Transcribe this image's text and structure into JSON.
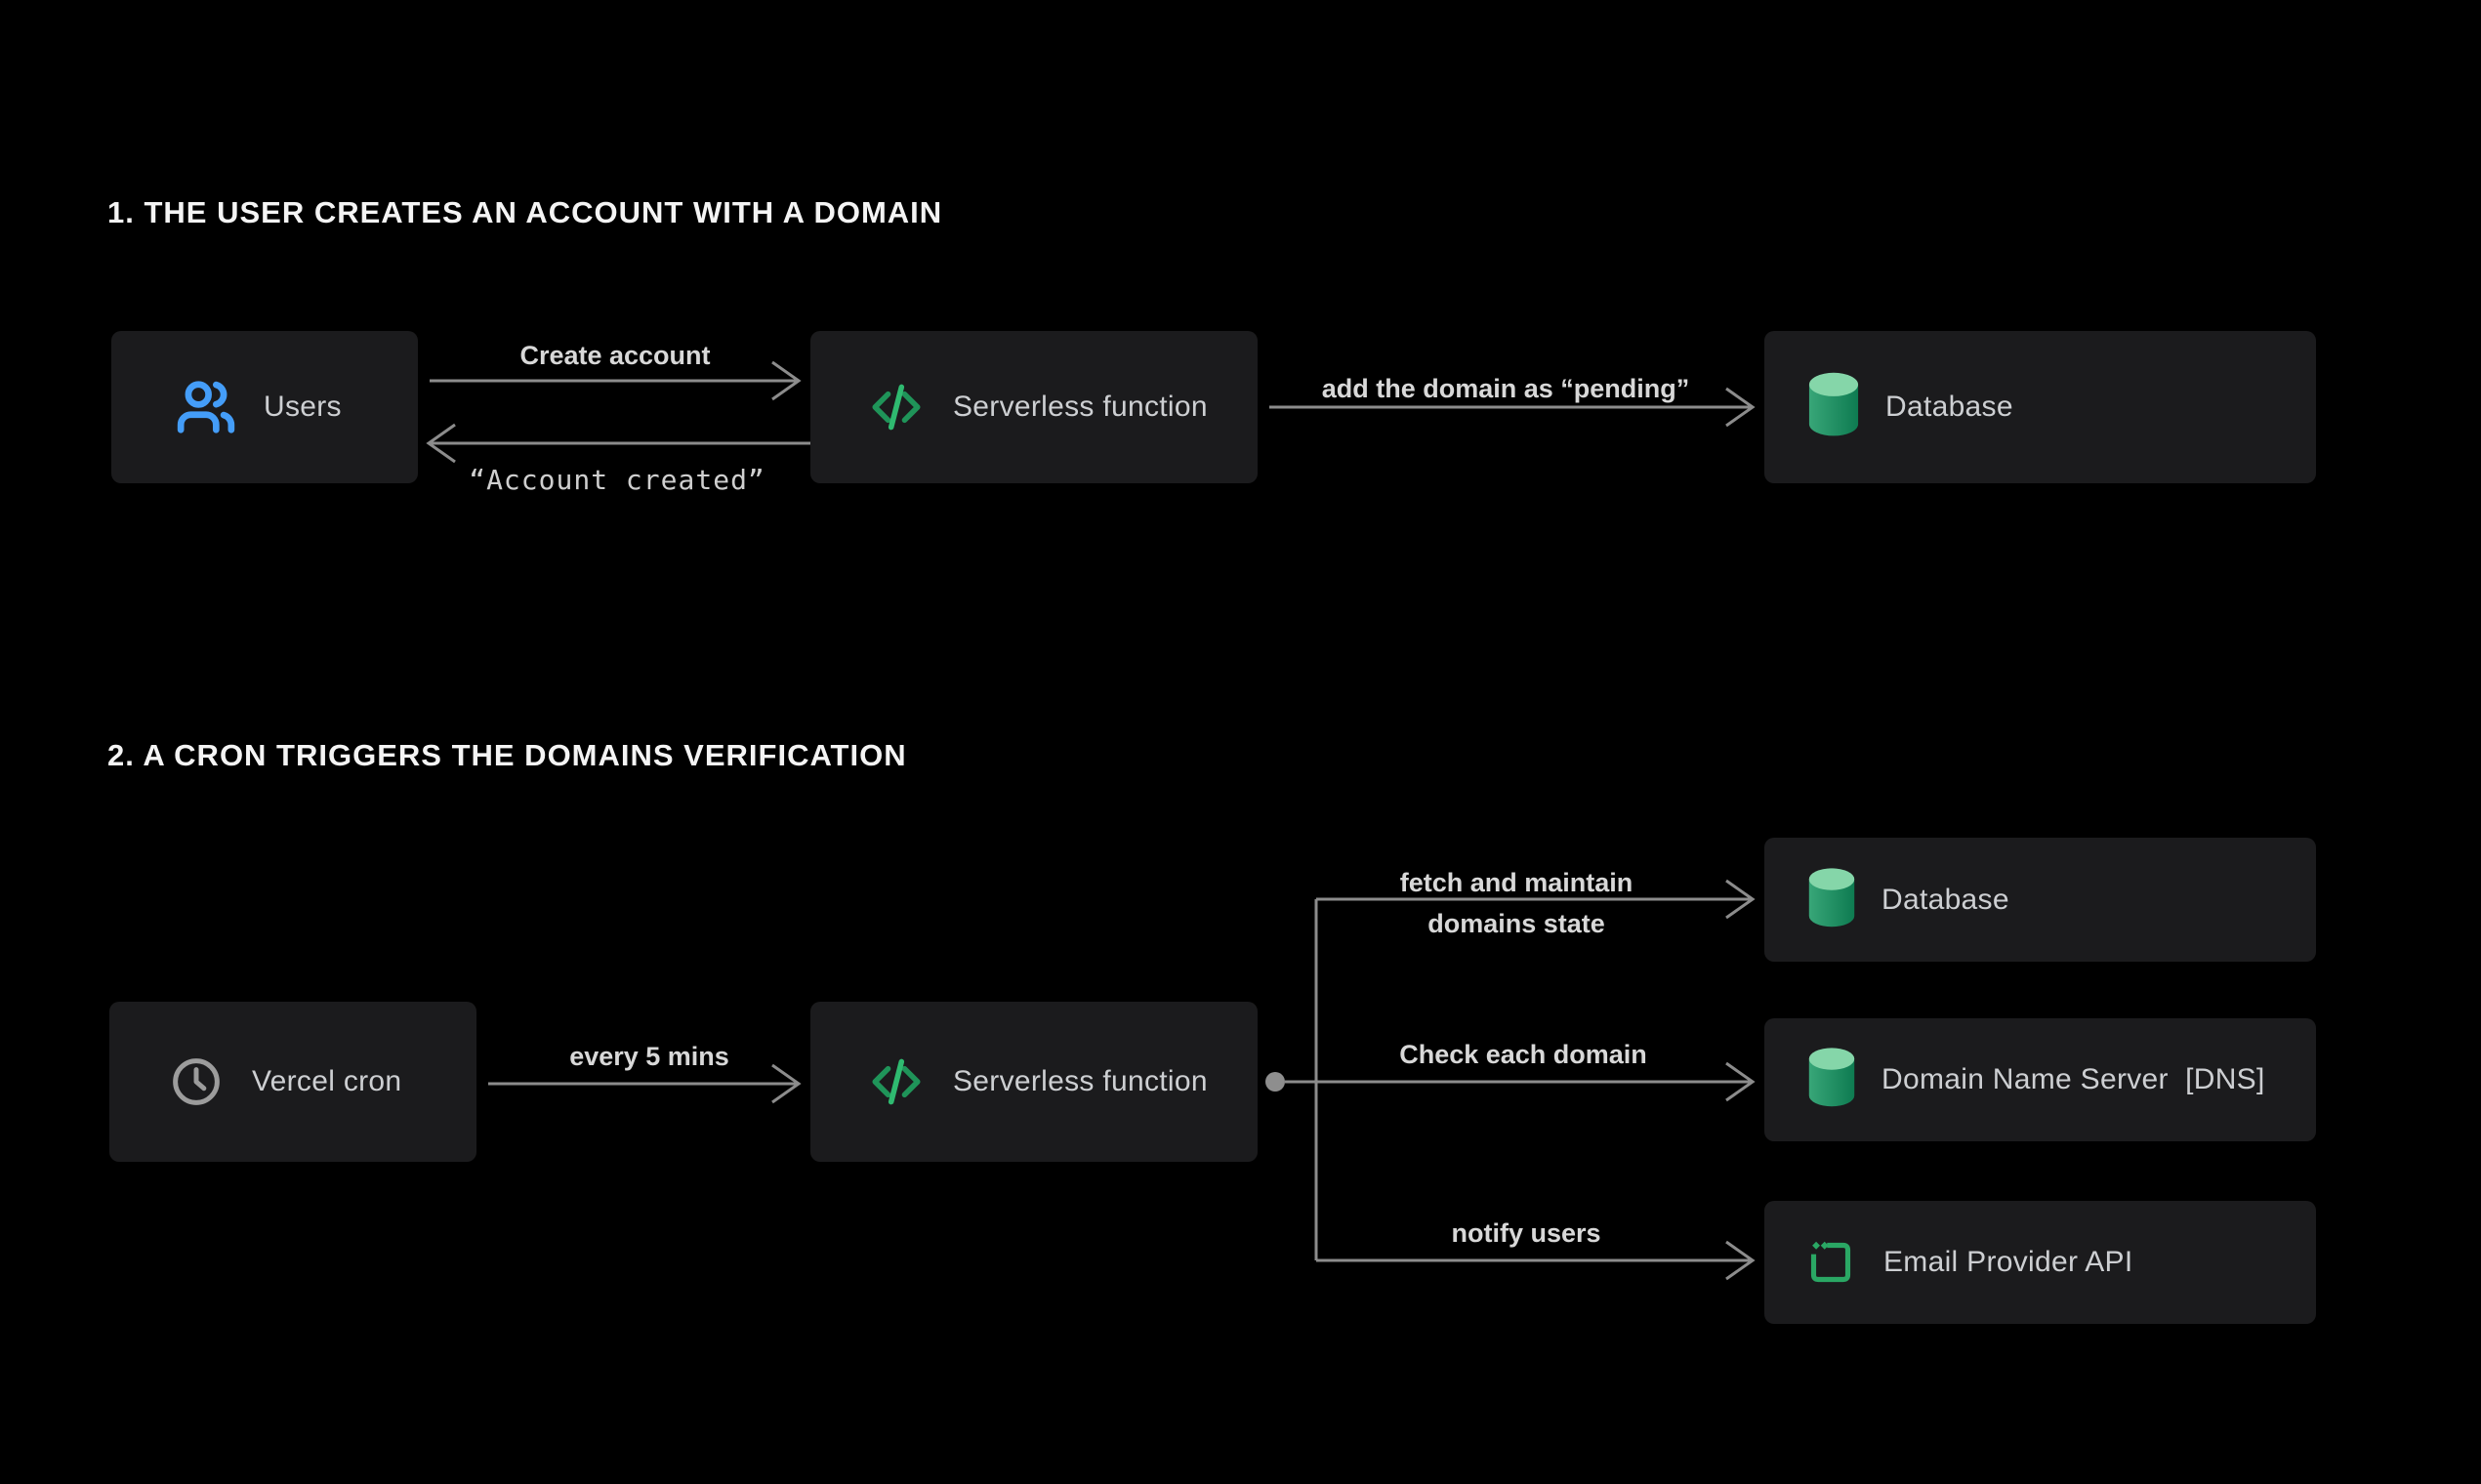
{
  "colors": {
    "background": "#000000",
    "box_background": "#1B1B1D",
    "box_text": "#CDCFD2",
    "title_text": "#F4F4F4",
    "arrow_line": "#8C8C8C",
    "arrow_label_text": "#D8D8D8",
    "accent_blue": "#449DF8",
    "accent_green": "#2AA765",
    "database_top_green": "#85D6A9",
    "database_body_green": "#15895A"
  },
  "sections": [
    {
      "title": "1. THE USER CREATES AN ACCOUNT WITH A DOMAIN",
      "nodes": [
        {
          "id": "users",
          "label": "Users",
          "icon": "users-icon"
        },
        {
          "id": "serverless-function-1",
          "label": "Serverless function",
          "icon": "code-icon"
        },
        {
          "id": "database-1",
          "label": "Database",
          "icon": "database-icon"
        }
      ],
      "arrows": [
        {
          "label": "Create account",
          "from": "users",
          "to": "serverless-function-1"
        },
        {
          "label": "“Account created”",
          "from": "serverless-function-1",
          "to": "users",
          "style": "mono"
        },
        {
          "label": "add the domain as “pending”",
          "from": "serverless-function-1",
          "to": "database-1"
        }
      ]
    },
    {
      "title": "2. A CRON TRIGGERS THE DOMAINS VERIFICATION",
      "nodes": [
        {
          "id": "vercel-cron",
          "label": "Vercel cron",
          "icon": "clock-icon"
        },
        {
          "id": "serverless-function-2",
          "label": "Serverless function",
          "icon": "code-icon"
        },
        {
          "id": "database-2",
          "label": "Database",
          "icon": "database-icon"
        },
        {
          "id": "dns",
          "label": "Domain Name Server  [DNS]",
          "icon": "database-icon"
        },
        {
          "id": "email-provider",
          "label": "Email Provider API",
          "icon": "email-api-icon"
        }
      ],
      "arrows": [
        {
          "label": "every 5 mins",
          "from": "vercel-cron",
          "to": "serverless-function-2"
        },
        {
          "label": "fetch and maintain\ndomains state",
          "from": "serverless-function-2",
          "to": "database-2"
        },
        {
          "label": "Check each domain",
          "from": "serverless-function-2",
          "to": "dns"
        },
        {
          "label": "notify users",
          "from": "serverless-function-2",
          "to": "email-provider"
        }
      ]
    }
  ]
}
